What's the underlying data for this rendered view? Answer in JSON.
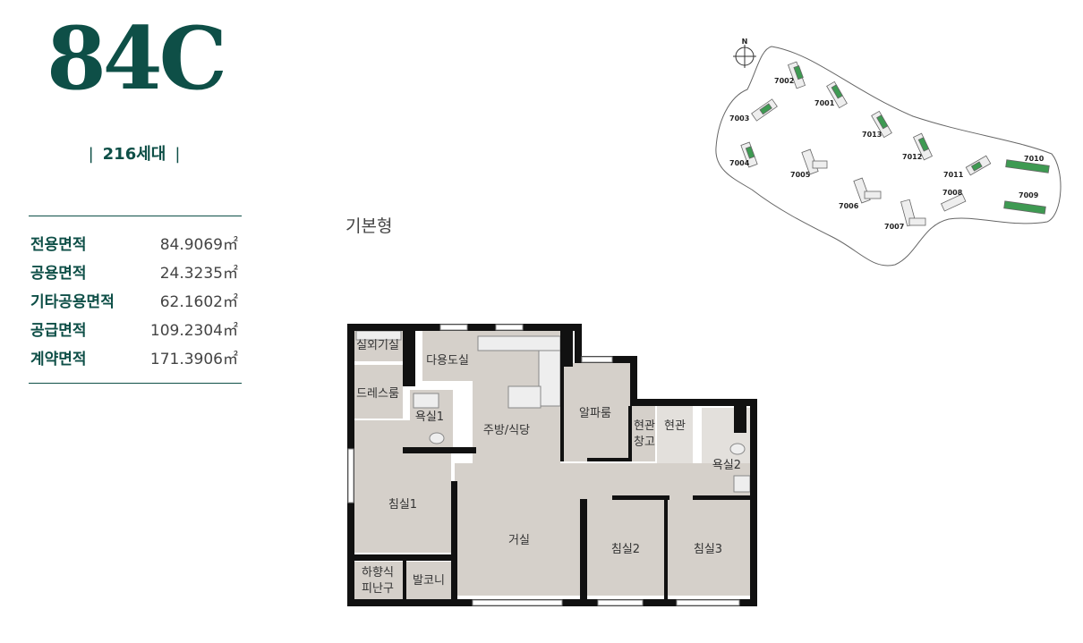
{
  "unit_type": "84C",
  "households": "216세대",
  "plan_type": "기본형",
  "areas": [
    {
      "label": "전용면적",
      "value": "84.9069㎡"
    },
    {
      "label": "공용면적",
      "value": "24.3235㎡"
    },
    {
      "label": "기타공용면적",
      "value": "62.1602㎡"
    },
    {
      "label": "공급면적",
      "value": "109.2304㎡"
    },
    {
      "label": "계약면적",
      "value": "171.3906㎡"
    }
  ],
  "rooms": {
    "outdoor_unit": "실외기실",
    "dress_room": "드레스룸",
    "utility": "다용도실",
    "bath1": "욕실1",
    "kitchen": "주방/식당",
    "alpha": "알파룸",
    "entrance_storage_1": "현관",
    "entrance_storage_2": "창고",
    "entrance": "현관",
    "bath2": "욕실2",
    "bedroom1": "침실1",
    "living": "거실",
    "bedroom2": "침실2",
    "bedroom3": "침실3",
    "evac_1": "하향식",
    "evac_2": "피난구",
    "balcony": "발코니"
  },
  "site_map": {
    "north_label": "N",
    "highlight_color": "#3e9a52",
    "buildings": [
      "7001",
      "7002",
      "7003",
      "7004",
      "7005",
      "7006",
      "7007",
      "7008",
      "7009",
      "7010",
      "7011",
      "7012",
      "7013"
    ]
  },
  "colors": {
    "brand": "#0e4f47",
    "room": "#d5d0ca",
    "wall": "#111111"
  }
}
